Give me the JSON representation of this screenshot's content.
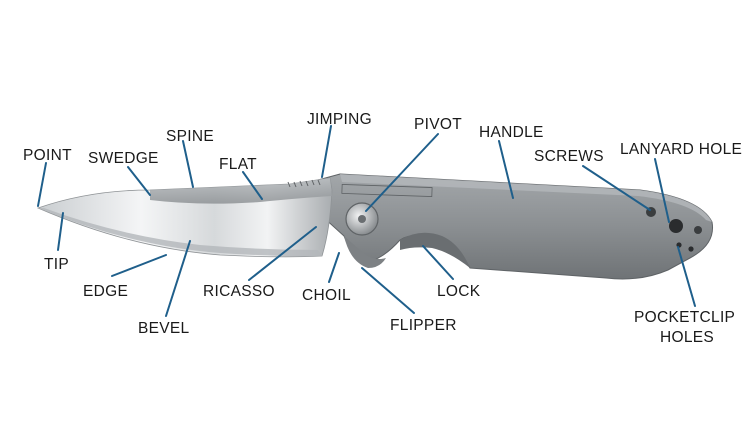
{
  "labels": {
    "point": "POINT",
    "swedge": "SWEDGE",
    "spine": "SPINE",
    "flat": "FLAT",
    "jimping": "JIMPING",
    "pivot": "PIVOT",
    "handle": "HANDLE",
    "screws": "SCREWS",
    "lanyard_hole": "LANYARD HOLE",
    "tip": "TIP",
    "edge": "EDGE",
    "bevel": "BEVEL",
    "ricasso": "RICASSO",
    "choil": "CHOIL",
    "flipper": "FLIPPER",
    "lock": "LOCK",
    "pocketclip_holes_line1": "POCKETCLIP",
    "pocketclip_holes_line2": "HOLES"
  },
  "colors": {
    "leader_line": "#1f5f8b",
    "label_text": "#1a1a1a",
    "blade_light": "#e9ebec",
    "blade_dark": "#9ea3a6",
    "handle": "#8f9396",
    "handle_dark": "#5f6366"
  }
}
